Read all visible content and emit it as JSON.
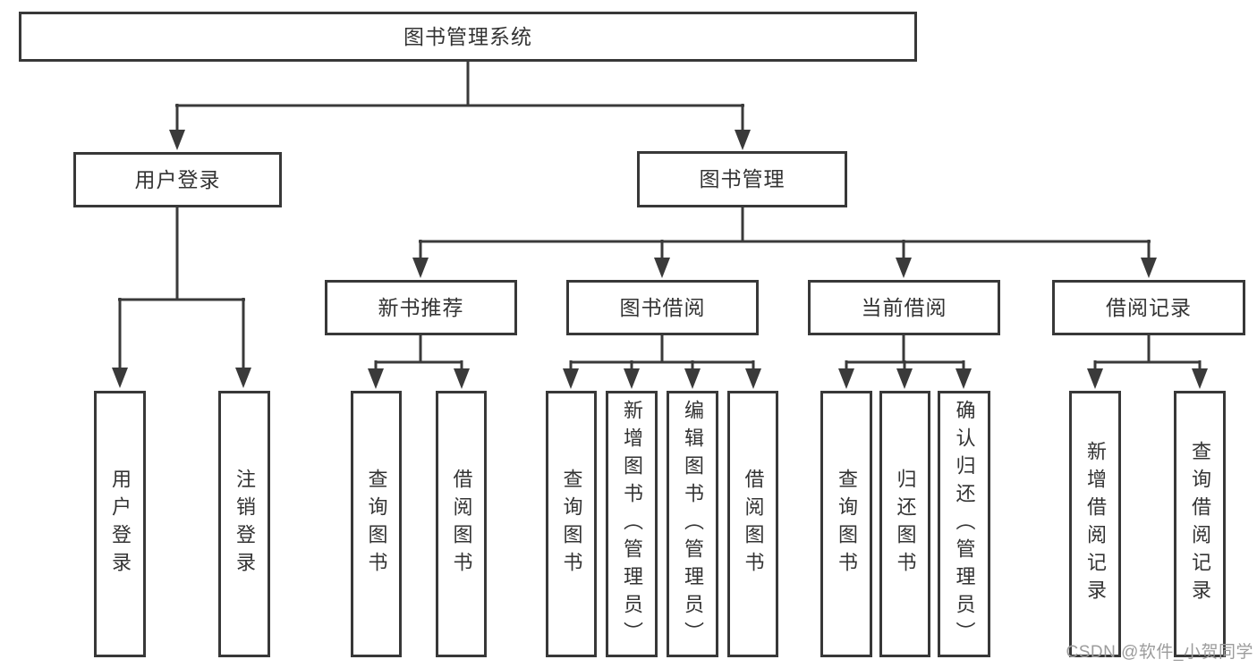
{
  "tree": {
    "label": "图书管理系统",
    "children": [
      {
        "label": "用户登录",
        "children": [
          {
            "label": "用户登录"
          },
          {
            "label": "注销登录"
          }
        ]
      },
      {
        "label": "图书管理",
        "children": [
          {
            "label": "新书推荐",
            "children": [
              {
                "label": "查询图书"
              },
              {
                "label": "借阅图书"
              }
            ]
          },
          {
            "label": "图书借阅",
            "children": [
              {
                "label": "查询图书"
              },
              {
                "label": "新增图书（管理员）"
              },
              {
                "label": "编辑图书（管理员）"
              },
              {
                "label": "借阅图书"
              }
            ]
          },
          {
            "label": "当前借阅",
            "children": [
              {
                "label": "查询图书"
              },
              {
                "label": "归还图书"
              },
              {
                "label": "确认归还（管理员）"
              }
            ]
          },
          {
            "label": "借阅记录",
            "children": [
              {
                "label": "新增借阅记录"
              },
              {
                "label": "查询借阅记录"
              }
            ]
          }
        ]
      }
    ]
  },
  "watermark": {
    "text": "CSDN @软件_小贺同学"
  },
  "colors": {
    "line": "#3a3a3a",
    "border": "#383838",
    "text": "#333333",
    "watermark": "#9c9c9c",
    "background": "#ffffff"
  }
}
